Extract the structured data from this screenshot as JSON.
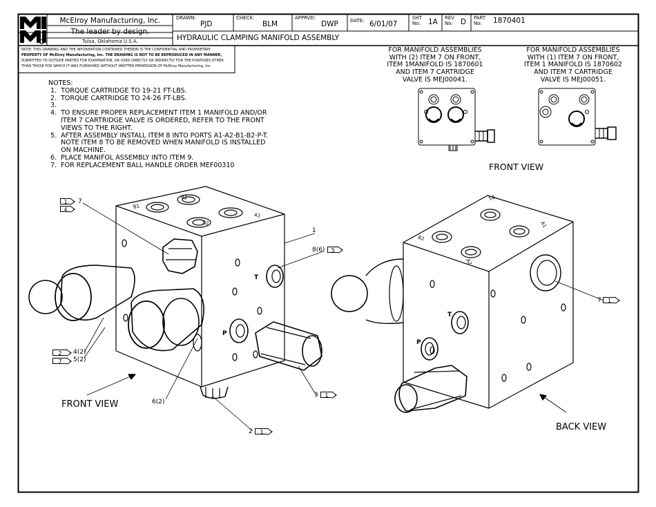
{
  "title_block": {
    "logo_letters": "MMI",
    "company": "McElroy Manufacturing, Inc.",
    "tagline": "The leader by design.",
    "location": "Tulsa, Oklahoma U.S.A.",
    "drawn_label": "DRAWN:",
    "drawn_value": "PJD",
    "check_label": "CHECK:",
    "check_value": "BLM",
    "apprvd_label": "APPRVD:",
    "apprvd_value": "DWP",
    "date_label": "DATE:",
    "date_value": "6/01/07",
    "sht_label": "SHT",
    "sht_no": "No:",
    "sht_value": "1A",
    "rev_label": "REV",
    "rev_no": "No:",
    "rev_value": "D",
    "part_label": "PART",
    "part_no": "No:",
    "part_value": "1870401",
    "drawing_title": "HYDRAULIC CLAMPING MANIFOLD ASSEMBLY",
    "confidential_lines": [
      "NOTE: THIS DRAWING AND THE INFORMATION CONTAINED THEREIN IS THE CONFIDENTIAL AND PROPRIETARY",
      "PROPERTY OF McElroy Manufacturing, Inc. THE DRAWING IS NOT TO BE REPRODUCED IN ANY MANNER,",
      "SUBMITTED TO OUTSIDE PARTIES FOR EXAMINATION, OR USED DIRECTLY OR INDIRECTLY FOR THE PURPOSES OTHER",
      "THAN THOSE FOR WHICH IT WAS FURNISHED WITHOUT WRITTEN PERMISSION OF McElroy Manufacturing, Inc."
    ]
  },
  "notes": {
    "heading": "NOTES:",
    "lines": [
      " 1.  TORQUE CARTRIDGE TO 19-21 FT-LBS.",
      " 2.  TORQUE CARTRIDGE TO 24-26 FT-LBS.",
      " 3.",
      " 4.  TO ENSURE PROPER REPLACEMENT ITEM 1 MANIFOLD AND/OR",
      "      ITEM 7 CARTRIDGE VALVE IS ORDERED, REFER TO THE FRONT",
      "      VIEWS TO THE RIGHT.",
      " 5.  AFTER ASSEMBLY INSTALL ITEM 8 INTO PORTS A1-A2-B1-B2-P-T.",
      "      NOTE ITEM 8 TO BE REMOVED WHEN MANIFOLD IS INSTALLED",
      "      ON MACHINE.",
      " 6.  PLACE MANIFOL ASSEMBLY INTO ITEM 9.",
      " 7.  FOR REPLACEMENT BALL HANDLE ORDER MEF00310"
    ]
  },
  "manifold_notes": {
    "left": [
      "FOR MANIFOLD ASSEMBLIES",
      "WITH (2) ITEM 7 ON FRONT,",
      "ITEM 1MANIFOLD IS 1870601",
      "AND ITEM 7 CARTRIDGE",
      "VALVE IS MEJ00041."
    ],
    "right": [
      "FOR MANIFOLD ASSEMBLIES",
      "WITH (1) ITEM 7 ON FRONT,",
      "ITEM 1 MANIFOLD IS 1870602",
      "AND ITEM 7 CARTRIDGE",
      "VALVE IS MEJ00051."
    ]
  },
  "view_labels": {
    "front_top": "FRONT VIEW",
    "front_main": "FRONT VIEW",
    "back_main": "BACK VIEW"
  },
  "port_labels": {
    "b1": "B1",
    "a2": "A2",
    "b2": "B2",
    "a1": "A1",
    "t": "T",
    "p": "P",
    "back_b1": "B1",
    "back_b2": "B2",
    "back_a1": "A1",
    "back_a2": "A2",
    "back_t": "T",
    "back_p": "P"
  },
  "callouts": {
    "c7_front": "7",
    "flag_1": "1",
    "flag_4": "4",
    "c1": "1",
    "c8": "8(6)",
    "flag_5": "5",
    "c4": "4(2)",
    "c5": "5(2)",
    "flag_2a": "2",
    "flag_7a": "7",
    "c6": "6(2)",
    "c3": "3",
    "flag_1b": "1",
    "c2": "2",
    "flag_1c": "1",
    "c7_back": "7",
    "flag_1d": "1"
  }
}
